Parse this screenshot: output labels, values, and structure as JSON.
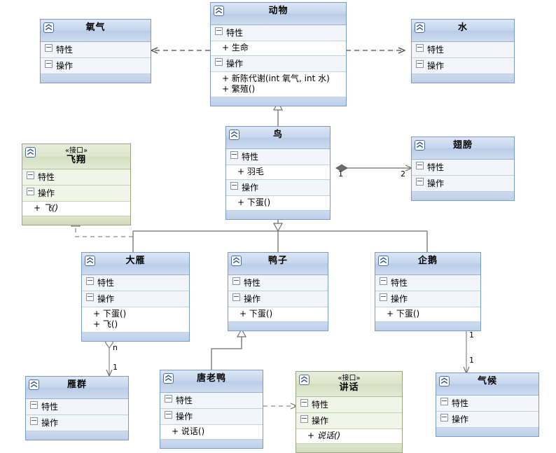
{
  "diagram": {
    "type": "uml-class-diagram",
    "icon_name": "class-icon",
    "colors": {
      "class_header": "#c5d6ee",
      "class_border": "#7b9bc4",
      "interface_header": "#dde5cc",
      "interface_border": "#9aa37d",
      "compartment_bg": "#f2f5fa",
      "line": "#808080"
    },
    "labels": {
      "attributes": "特性",
      "operations": "操作",
      "stereotype_interface": "«接口»"
    },
    "classes": [
      {
        "id": "oxygen",
        "name": "氧气",
        "stereotype": "",
        "kind": "class",
        "attributes_label": "特性",
        "attributes": [],
        "operations_label": "操作",
        "operations": []
      },
      {
        "id": "animal",
        "name": "动物",
        "stereotype": "",
        "kind": "class",
        "attributes_label": "特性",
        "attributes": [
          "+ 生命"
        ],
        "operations_label": "操作",
        "operations": [
          "+ 新陈代谢(int 氧气, int 水)",
          "+ 繁殖()"
        ]
      },
      {
        "id": "water",
        "name": "水",
        "stereotype": "",
        "kind": "class",
        "attributes_label": "特性",
        "attributes": [],
        "operations_label": "操作",
        "operations": []
      },
      {
        "id": "fly",
        "name": "飞翔",
        "stereotype": "«接口»",
        "kind": "interface",
        "attributes_label": "特性",
        "attributes": [],
        "operations_label": "操作",
        "operations": [
          "+ 飞()"
        ]
      },
      {
        "id": "bird",
        "name": "鸟",
        "stereotype": "",
        "kind": "class",
        "attributes_label": "特性",
        "attributes": [
          "+ 羽毛"
        ],
        "operations_label": "操作",
        "operations": [
          "+ 下蛋()"
        ]
      },
      {
        "id": "wing",
        "name": "翅膀",
        "stereotype": "",
        "kind": "class",
        "attributes_label": "特性",
        "attributes": [],
        "operations_label": "操作",
        "operations": []
      },
      {
        "id": "wildgoose",
        "name": "大雁",
        "stereotype": "",
        "kind": "class",
        "attributes_label": "特性",
        "attributes": [],
        "operations_label": "操作",
        "operations": [
          "+ 下蛋()",
          "+ 飞()"
        ]
      },
      {
        "id": "duck",
        "name": "鸭子",
        "stereotype": "",
        "kind": "class",
        "attributes_label": "特性",
        "attributes": [],
        "operations_label": "操作",
        "operations": [
          "+ 下蛋()"
        ]
      },
      {
        "id": "penguin",
        "name": "企鹅",
        "stereotype": "",
        "kind": "class",
        "attributes_label": "特性",
        "attributes": [],
        "operations_label": "操作",
        "operations": [
          "+ 下蛋()"
        ]
      },
      {
        "id": "geeseflock",
        "name": "雁群",
        "stereotype": "",
        "kind": "class",
        "attributes_label": "特性",
        "attributes": [],
        "operations_label": "操作",
        "operations": []
      },
      {
        "id": "donald",
        "name": "唐老鸭",
        "stereotype": "",
        "kind": "class",
        "attributes_label": "特性",
        "attributes": [],
        "operations_label": "操作",
        "operations": [
          "+ 说话()"
        ]
      },
      {
        "id": "speak",
        "name": "讲话",
        "stereotype": "«接口»",
        "kind": "interface",
        "attributes_label": "特性",
        "attributes": [],
        "operations_label": "操作",
        "operations": [
          "+ 说话()"
        ]
      },
      {
        "id": "climate",
        "name": "气候",
        "stereotype": "",
        "kind": "class",
        "attributes_label": "特性",
        "attributes": [],
        "operations_label": "操作",
        "operations": []
      }
    ],
    "relations": [
      {
        "from": "animal",
        "to": "oxygen",
        "type": "dependency"
      },
      {
        "from": "animal",
        "to": "water",
        "type": "dependency"
      },
      {
        "from": "bird",
        "to": "animal",
        "type": "generalization"
      },
      {
        "from": "bird",
        "to": "wing",
        "type": "composition",
        "from_multiplicity": "1",
        "to_multiplicity": "2"
      },
      {
        "from": "wildgoose",
        "to": "bird",
        "type": "generalization"
      },
      {
        "from": "duck",
        "to": "bird",
        "type": "generalization"
      },
      {
        "from": "penguin",
        "to": "bird",
        "type": "generalization"
      },
      {
        "from": "wildgoose",
        "to": "fly",
        "type": "realization"
      },
      {
        "from": "wildgoose",
        "to": "geeseflock",
        "type": "aggregation",
        "from_multiplicity": "n",
        "to_multiplicity": "1"
      },
      {
        "from": "donald",
        "to": "duck",
        "type": "generalization"
      },
      {
        "from": "donald",
        "to": "speak",
        "type": "realization"
      },
      {
        "from": "penguin",
        "to": "climate",
        "type": "association",
        "from_multiplicity": "1",
        "to_multiplicity": "1"
      }
    ],
    "edge_labels": [
      {
        "name": "bird-wing-from",
        "text": "1"
      },
      {
        "name": "bird-wing-to",
        "text": "2"
      },
      {
        "name": "wildgoose-flock-from",
        "text": "n"
      },
      {
        "name": "wildgoose-flock-to",
        "text": "1"
      },
      {
        "name": "penguin-climate-from",
        "text": "1"
      },
      {
        "name": "penguin-climate-to",
        "text": "1"
      }
    ]
  }
}
